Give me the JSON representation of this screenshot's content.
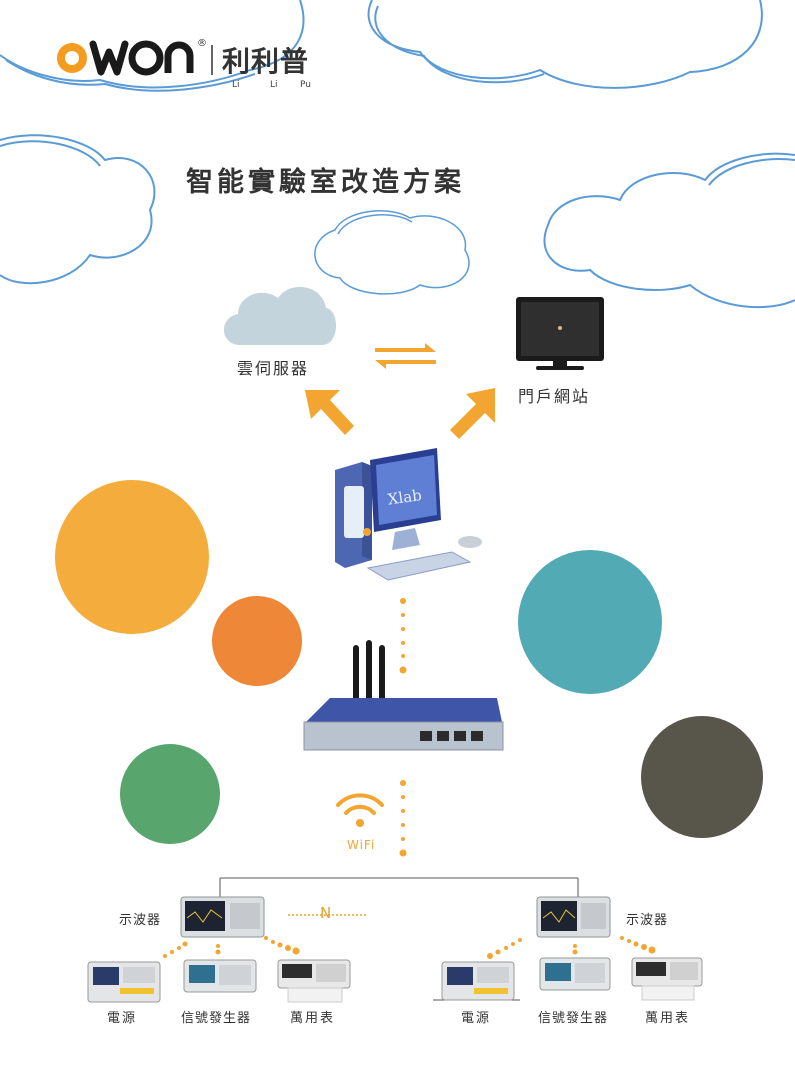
{
  "brand": {
    "logo_text": "OWON",
    "registered": "®",
    "chinese": "利利普",
    "pinyin": [
      "Li",
      "Li",
      "Pu"
    ]
  },
  "title": "智能實驗室改造方案",
  "cloud_label": "雲伺服器",
  "portal_label": "門戶網站",
  "workstation_label": "Xlab",
  "wifi_label": "WiFi",
  "n_label": "N",
  "left_group": {
    "scope": "示波器",
    "power": "電源",
    "generator": "信號發生器",
    "meter": "萬用表"
  },
  "right_group": {
    "scope": "示波器",
    "power": "電源",
    "generator": "信號發生器",
    "meter": "萬用表"
  },
  "colors": {
    "orange": "#f4ad3d",
    "deep_orange": "#ee8737",
    "teal": "#52aab4",
    "green": "#58a56e",
    "dark": "#58554a",
    "cloud_stroke": "#5b9bd5",
    "accent": "#f3a532"
  }
}
